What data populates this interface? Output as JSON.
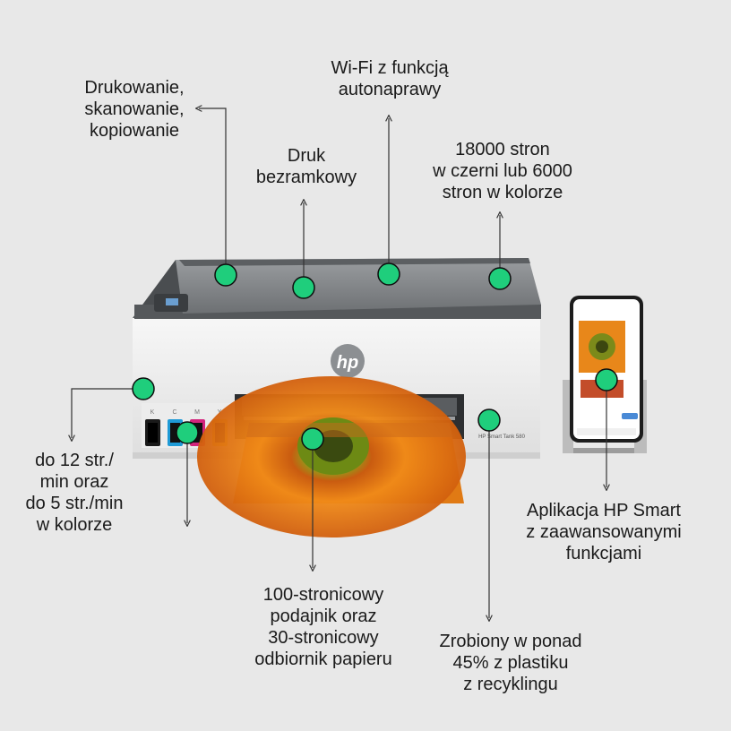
{
  "features": [
    {
      "id": "print-scan-copy",
      "lines": [
        "Drukowanie,",
        "skanowanie,",
        "kopiowanie"
      ]
    },
    {
      "id": "borderless",
      "lines": [
        "Druk",
        "bezramkowy"
      ]
    },
    {
      "id": "wifi",
      "lines": [
        "Wi-Fi z funkcją",
        "autonaprawy"
      ]
    },
    {
      "id": "yield",
      "lines": [
        "18000 stron",
        "w czerni lub 6000",
        "stron w kolorze"
      ]
    },
    {
      "id": "speed",
      "lines": [
        "do 12 str./",
        "min oraz",
        "do 5 str./min",
        "w kolorze"
      ]
    },
    {
      "id": "tray",
      "lines": [
        "100-stronicowy",
        "podajnik oraz",
        "30-stronicowy",
        "odbiornik papieru"
      ]
    },
    {
      "id": "recycled",
      "lines": [
        "Zrobiony w ponad",
        "45% z plastiku",
        "z recyklingu"
      ]
    },
    {
      "id": "app",
      "lines": [
        "Aplikacja HP Smart",
        "z zaawansowanymi",
        "funkcjami"
      ]
    }
  ],
  "printer": {
    "brand": "hp",
    "model_label": "HP Smart Tank 580",
    "tank_letters": [
      "K",
      "C",
      "M",
      "Y"
    ]
  },
  "colors": {
    "background": "#e8e8e8",
    "marker": "#1fce7c",
    "body": "#f2f2f2",
    "lid": "#8c8f92",
    "tank_k": "#1a1a1a",
    "tank_c": "#1e9ad6",
    "tank_m": "#d3247c",
    "tank_y": "#f3e21a"
  }
}
